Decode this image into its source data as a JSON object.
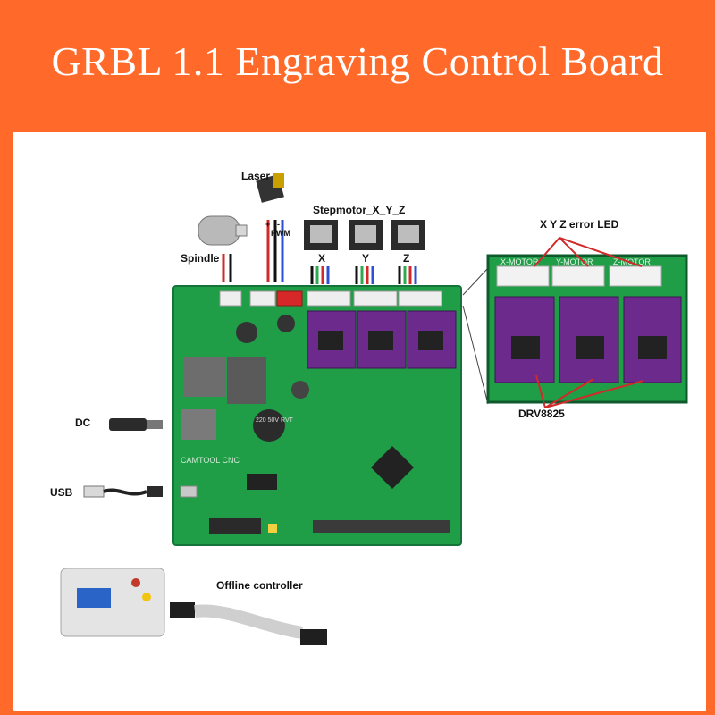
{
  "banner": {
    "title": "GRBL 1.1 Engraving Control Board",
    "background": "#ff6a2b",
    "text_color": "#ffffff"
  },
  "labels": {
    "laser": "Laser",
    "pwm": "PWM",
    "plus": "+",
    "minus": "-",
    "spindle": "Spindle",
    "stepmotor": "Stepmotor_X_Y_Z",
    "x": "X",
    "y": "Y",
    "z": "Z",
    "error_led": "X Y Z error LED",
    "drv": "DRV8825",
    "dc": "DC",
    "usb": "USB",
    "offline": "Offline controller"
  },
  "board_silk": {
    "name": "CAMTOOL CNC",
    "cap": "220 50V RVT",
    "x_motor": "X-MOTOR",
    "y_motor": "Y-MOTOR",
    "z_motor": "Z-MOTOR"
  },
  "colors": {
    "pcb": "#1f9e47",
    "driver": "#6b2a8c",
    "heatsink": "#6d6d6d"
  }
}
